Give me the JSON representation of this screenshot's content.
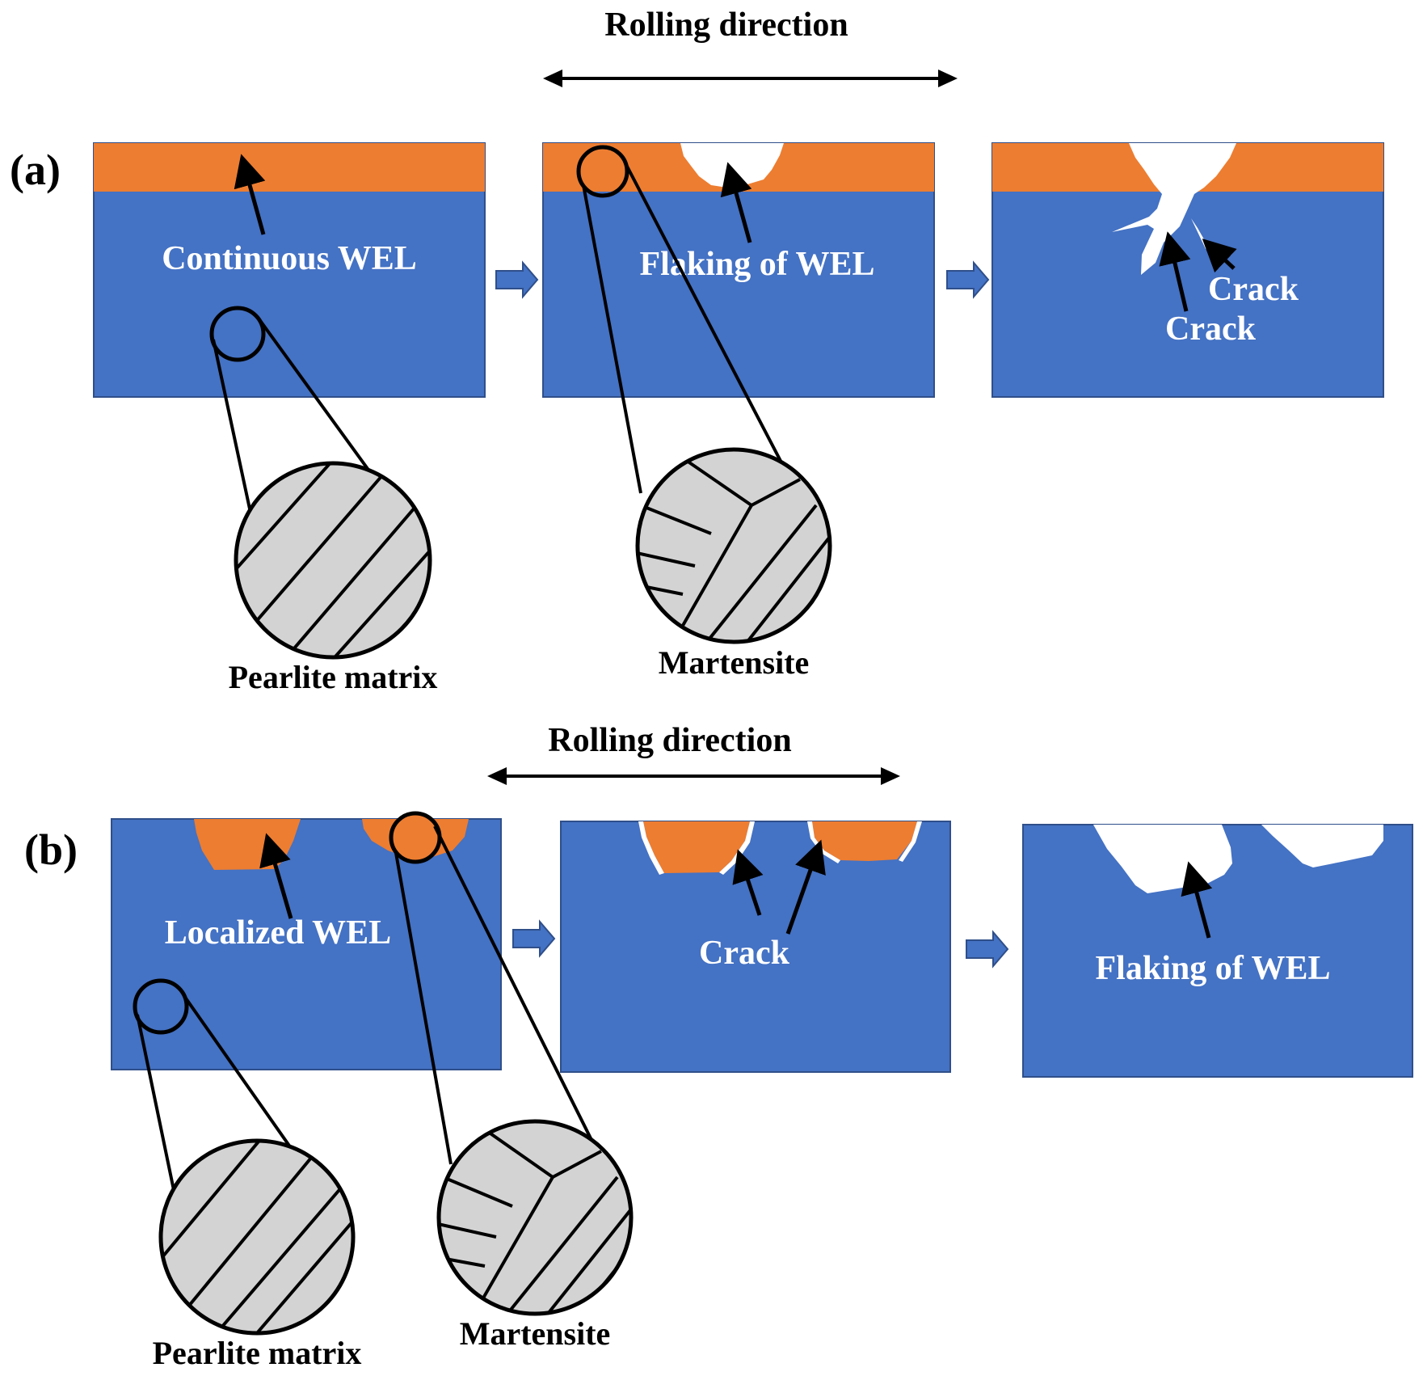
{
  "colors": {
    "matrix_blue": "#4472C4",
    "wel_orange": "#ED7D31",
    "crack_white": "#FFFFFF",
    "zoom_gray": "#D3D3D3",
    "line_black": "#000000"
  },
  "part_a": {
    "panel_label": "(a)",
    "rolling_direction": "Rolling direction",
    "stage1_label": "Continuous WEL",
    "stage2_label": "Flaking of WEL",
    "stage3_crack_label_1": "Crack",
    "stage3_crack_label_2": "Crack",
    "zoom1_caption": "Pearlite matrix",
    "zoom2_caption": "Martensite"
  },
  "part_b": {
    "panel_label": "(b)",
    "rolling_direction": "Rolling direction",
    "stage1_label": "Localized WEL",
    "stage2_label": "Crack",
    "stage3_label": "Flaking of WEL",
    "zoom1_caption": "Pearlite matrix",
    "zoom2_caption": "Martensite"
  }
}
